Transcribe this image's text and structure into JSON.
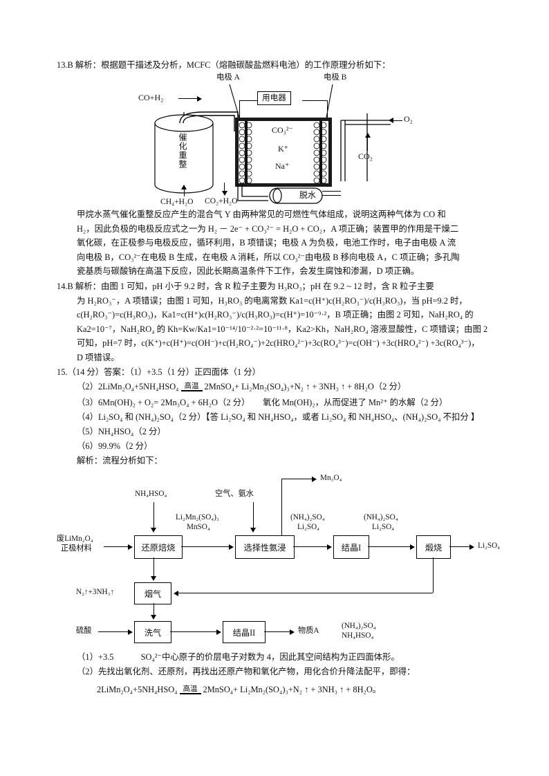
{
  "q13": {
    "head": "13.B  解析：根据题干描述及分析，MCFC（熔融碳酸盐燃料电池）的工作原理分析如下：",
    "body_lines": [
      "甲烷水蒸气催化重整反应产生的混合气 Y 由两种常见的可燃性气体组成，说明这两种气体为 CO 和",
      "H₂，因此负极的电极反应式之一为 H₂ － 2e⁻ + CO₃²⁻ = H₂O + CO₂，A 项正确；装置甲的作用是干燥二",
      "氧化碳，在正极参与电极反应，循环利用，B 项错误；电极 A 为负极，电池工作时，电子由电极 A 流",
      "向电极 B，CO₃²⁻在电极 B 生成，在电极 A 消耗，所以 CO₃²⁻由电极 B 移向电极 A，C 项正确；多孔陶",
      "瓷基质与碳酸钠在高温下反应，因此长期高温条件下工作，会发生腐蚀和渗漏，D 项正确。"
    ]
  },
  "diagram": {
    "electrode_a": "电极 A",
    "electrode_b": "电极 B",
    "load": "用电器",
    "feed_left": "CO+H₂",
    "reformer": "催化重整",
    "reformer_in": "CH₄+H₂O",
    "cell_ion1": "CO₃²⁻",
    "cell_ion2": "K⁺",
    "cell_ion3": "Na⁺",
    "oxygen": "O₂",
    "co2": "CO₂",
    "dehydrator": "脱水",
    "cell_out": "CO₂+H₂O"
  },
  "q14": {
    "lines": [
      "14.B  解析：由图 1 可知，pH 小于 9.2 时，含 R 粒子主要为 H₃RO₃；pH 在 9.2 ~ 12 时，含 R 粒子主要",
      "为 H₂RO₃⁻，A 项错误；由图 1 可知，H₃RO₃ 的电离常数 Ka1=c(H⁺)c(H₂RO₃⁻)/c(H₃RO₃)，当 pH=9.2 时，",
      "c(H₂RO₃⁻)=c(H₃RO₃)，Ka1=c(H⁺)c(H₂RO₃⁻)/c(H₃RO₃)=c(H⁺)=10⁻⁹·²，B 项正确；由图 2 可知，NaH₂RO₄ 的",
      "Ka2=10⁻⁷，NaH₂RO₄ 的 Kh=Kw/Ka1=10⁻¹⁴/10⁻²·²=10⁻¹¹·⁸，Ka2>Kh，NaH₂RO₄ 溶液显酸性，C 项错误；由图 2",
      "可知，pH=7 时，c(K⁺)+c(H⁺)=c(OH⁻)+c(H₂RO₄⁻)+2c(HRO₄²⁻)+3c(RO₄³⁻)=c(OH⁻) +3c(HRO₄²⁻) +3c(RO₄³⁻)，",
      "D 项错误。"
    ]
  },
  "q15": {
    "head": "15.（14 分）答案：（1）+3.5（1 分）正四面体（1 分）",
    "ans2_pre": "（2）2LiMn₂O₄+5NH₄HSO₄",
    "ans2_cond": "高温",
    "ans2_post": "2MnSO₄+ Li₂Mn₂(SO₄)₃+N₂ ↑ + 3NH₃ ↑ + 8H₂O（2 分）",
    "ans3": "（3）6Mn(OH)₂ + O₂= 2Mn₃O₄ + 6H₂O（2 分）　　氧化 Mn(OH)₂，从而促进了 Mn²⁺ 的水解（2 分）",
    "ans4": "（4）Li₂SO₄ 和 (NH₄)₂SO₄（2 分）【答 Li₂SO₄ 和 NH₄HSO₄，或者 Li₂SO₄ 和 NH₄HSO₄、(NH₄)₂SO₄ 不扣分 】",
    "ans5": "（5）NH₄HSO₄（2 分）",
    "ans6": "（6）99.9%（2 分）",
    "analysis_head": "解析：流程分析如下："
  },
  "flow": {
    "boxes": [
      {
        "id": "reduction-roast",
        "label": "还原焙烧"
      },
      {
        "id": "selective-ammonia-leach",
        "label": "选择性氨浸"
      },
      {
        "id": "crystallize-1",
        "label": "结晶I"
      },
      {
        "id": "calcine",
        "label": "煅烧"
      },
      {
        "id": "flue-gas",
        "label": "烟气"
      },
      {
        "id": "gas-wash",
        "label": "洗气"
      },
      {
        "id": "crystallize-2",
        "label": "结晶II"
      }
    ],
    "labels": {
      "feed": "废LiMn₂O₄\n正极材料",
      "feed_l1": "废LiMn₂O₄",
      "feed_l2": "正极材料",
      "nh4hso4": "NH₄HSO₄",
      "air_ammonia": "空气、氨水",
      "mn3o4": "Mn₃O₄",
      "inter_l1": "Li₂Mn₂(SO₄)₃",
      "inter_l2": "MnSO₄",
      "leach_out_l1": "(NH₄)₂SO₄",
      "leach_out_l2": "Li₂SO₄",
      "cryst_out_l1": "(NH₄)₂SO₄",
      "cryst_out_l2": "Li₂SO₄",
      "li2so4": "Li₂SO₄",
      "n2_nh3": "N₂↑+3NH₃↑",
      "sulfuric": "硫酸",
      "substance_a": "物质A",
      "a_l1": "(NH₄)₂SO₄",
      "a_l2": "NH₄HSO₄"
    }
  },
  "footer": {
    "line1_a": "（1）+3.5",
    "line1_b": "SO₄²⁻中心原子的价层电子对数为 4，因此其空间结构为正四面体形。",
    "line2": "（2）先找出氧化剂、还原剂，再找出还原产物和氧化产物，用化合价升降法配平，即得：",
    "eq_pre": "2LiMn₂O₄+5NH₄HSO₄",
    "eq_cond": "高温",
    "eq_post": "2MnSO₄+ Li₂Mn₂(SO₄)₃+N₂ ↑ + 3NH₃ ↑ + 8H₂O。"
  }
}
